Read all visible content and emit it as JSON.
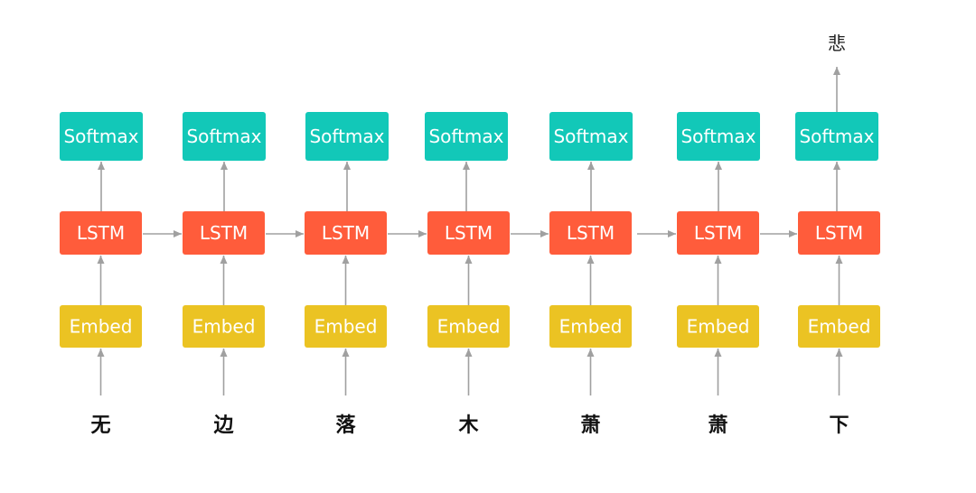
{
  "labels": {
    "softmax": "Softmax",
    "lstm": "LSTM",
    "embed": "Embed"
  },
  "inputs": [
    "无",
    "边",
    "落",
    "木",
    "萧",
    "萧",
    "下"
  ],
  "output": "悲",
  "colors": {
    "softmax": "#12c8b8",
    "lstm": "#ff5c3b",
    "embed": "#ebc323",
    "arrow": "#a0a0a0",
    "text_on_box": "#ffffff",
    "char": "#111111"
  }
}
